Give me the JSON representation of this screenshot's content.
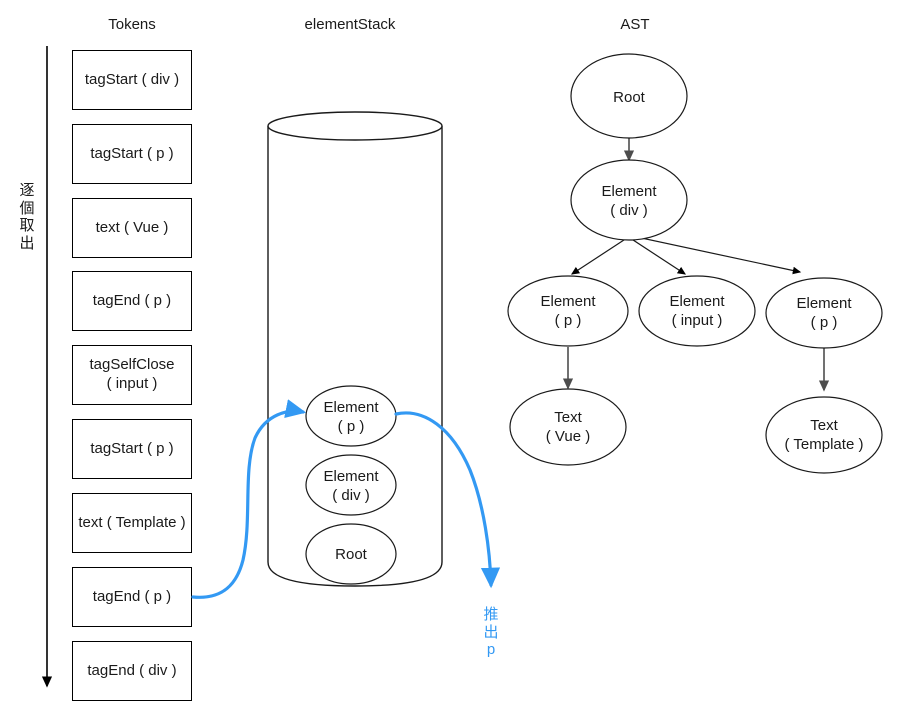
{
  "headers": {
    "tokens": "Tokens",
    "element_stack": "elementStack",
    "ast": "AST"
  },
  "annotations": {
    "left_flow_label": "逐\n個\n取\n出",
    "pop_label": "推\n出\np",
    "accent_color": "#3399f3",
    "line_color": "#000000",
    "ast_edge_color": "#4d4d4d"
  },
  "tokens": [
    {
      "label": "tagStart ( div )"
    },
    {
      "label": "tagStart ( p )"
    },
    {
      "label": "text ( Vue )"
    },
    {
      "label": "tagEnd ( p )"
    },
    {
      "label": "tagSelfClose\n( input )"
    },
    {
      "label": "tagStart ( p )"
    },
    {
      "label": "text ( Template )"
    },
    {
      "label": "tagEnd ( p )"
    },
    {
      "label": "tagEnd ( div )"
    }
  ],
  "element_stack": {
    "items": [
      {
        "line1": "Element",
        "line2": "( p )"
      },
      {
        "line1": "Element",
        "line2": "( div )"
      },
      {
        "line1": "Root",
        "line2": ""
      }
    ]
  },
  "ast": {
    "nodes": [
      {
        "id": "root",
        "line1": "Root",
        "line2": ""
      },
      {
        "id": "div",
        "line1": "Element",
        "line2": "( div )"
      },
      {
        "id": "p1",
        "line1": "Element",
        "line2": "( p )"
      },
      {
        "id": "input",
        "line1": "Element",
        "line2": "( input )"
      },
      {
        "id": "p2",
        "line1": "Element",
        "line2": "( p )"
      },
      {
        "id": "text_vue",
        "line1": "Text",
        "line2": "( Vue )"
      },
      {
        "id": "text_template",
        "line1": "Text",
        "line2": "( Template )"
      }
    ],
    "edges": [
      {
        "from": "root",
        "to": "div"
      },
      {
        "from": "div",
        "to": "p1"
      },
      {
        "from": "div",
        "to": "input"
      },
      {
        "from": "div",
        "to": "p2"
      },
      {
        "from": "p1",
        "to": "text_vue"
      },
      {
        "from": "p2",
        "to": "text_template"
      }
    ]
  }
}
